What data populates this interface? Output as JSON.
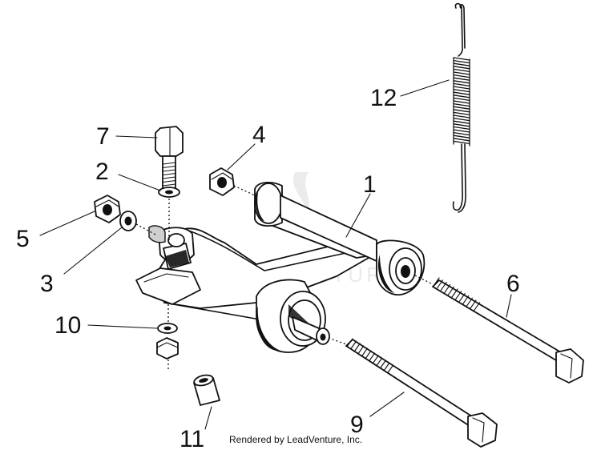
{
  "diagram": {
    "callouts": [
      {
        "id": "callout-1",
        "label": "1"
      },
      {
        "id": "callout-2",
        "label": "2"
      },
      {
        "id": "callout-3",
        "label": "3"
      },
      {
        "id": "callout-4",
        "label": "4"
      },
      {
        "id": "callout-5",
        "label": "5"
      },
      {
        "id": "callout-6",
        "label": "6"
      },
      {
        "id": "callout-7",
        "label": "7"
      },
      {
        "id": "callout-9",
        "label": "9"
      },
      {
        "id": "callout-10",
        "label": "10"
      },
      {
        "id": "callout-11",
        "label": "11"
      },
      {
        "id": "callout-12",
        "label": "12"
      }
    ],
    "credit": "Rendered by LeadVenture, Inc.",
    "watermark": "LEADVENTURE"
  }
}
